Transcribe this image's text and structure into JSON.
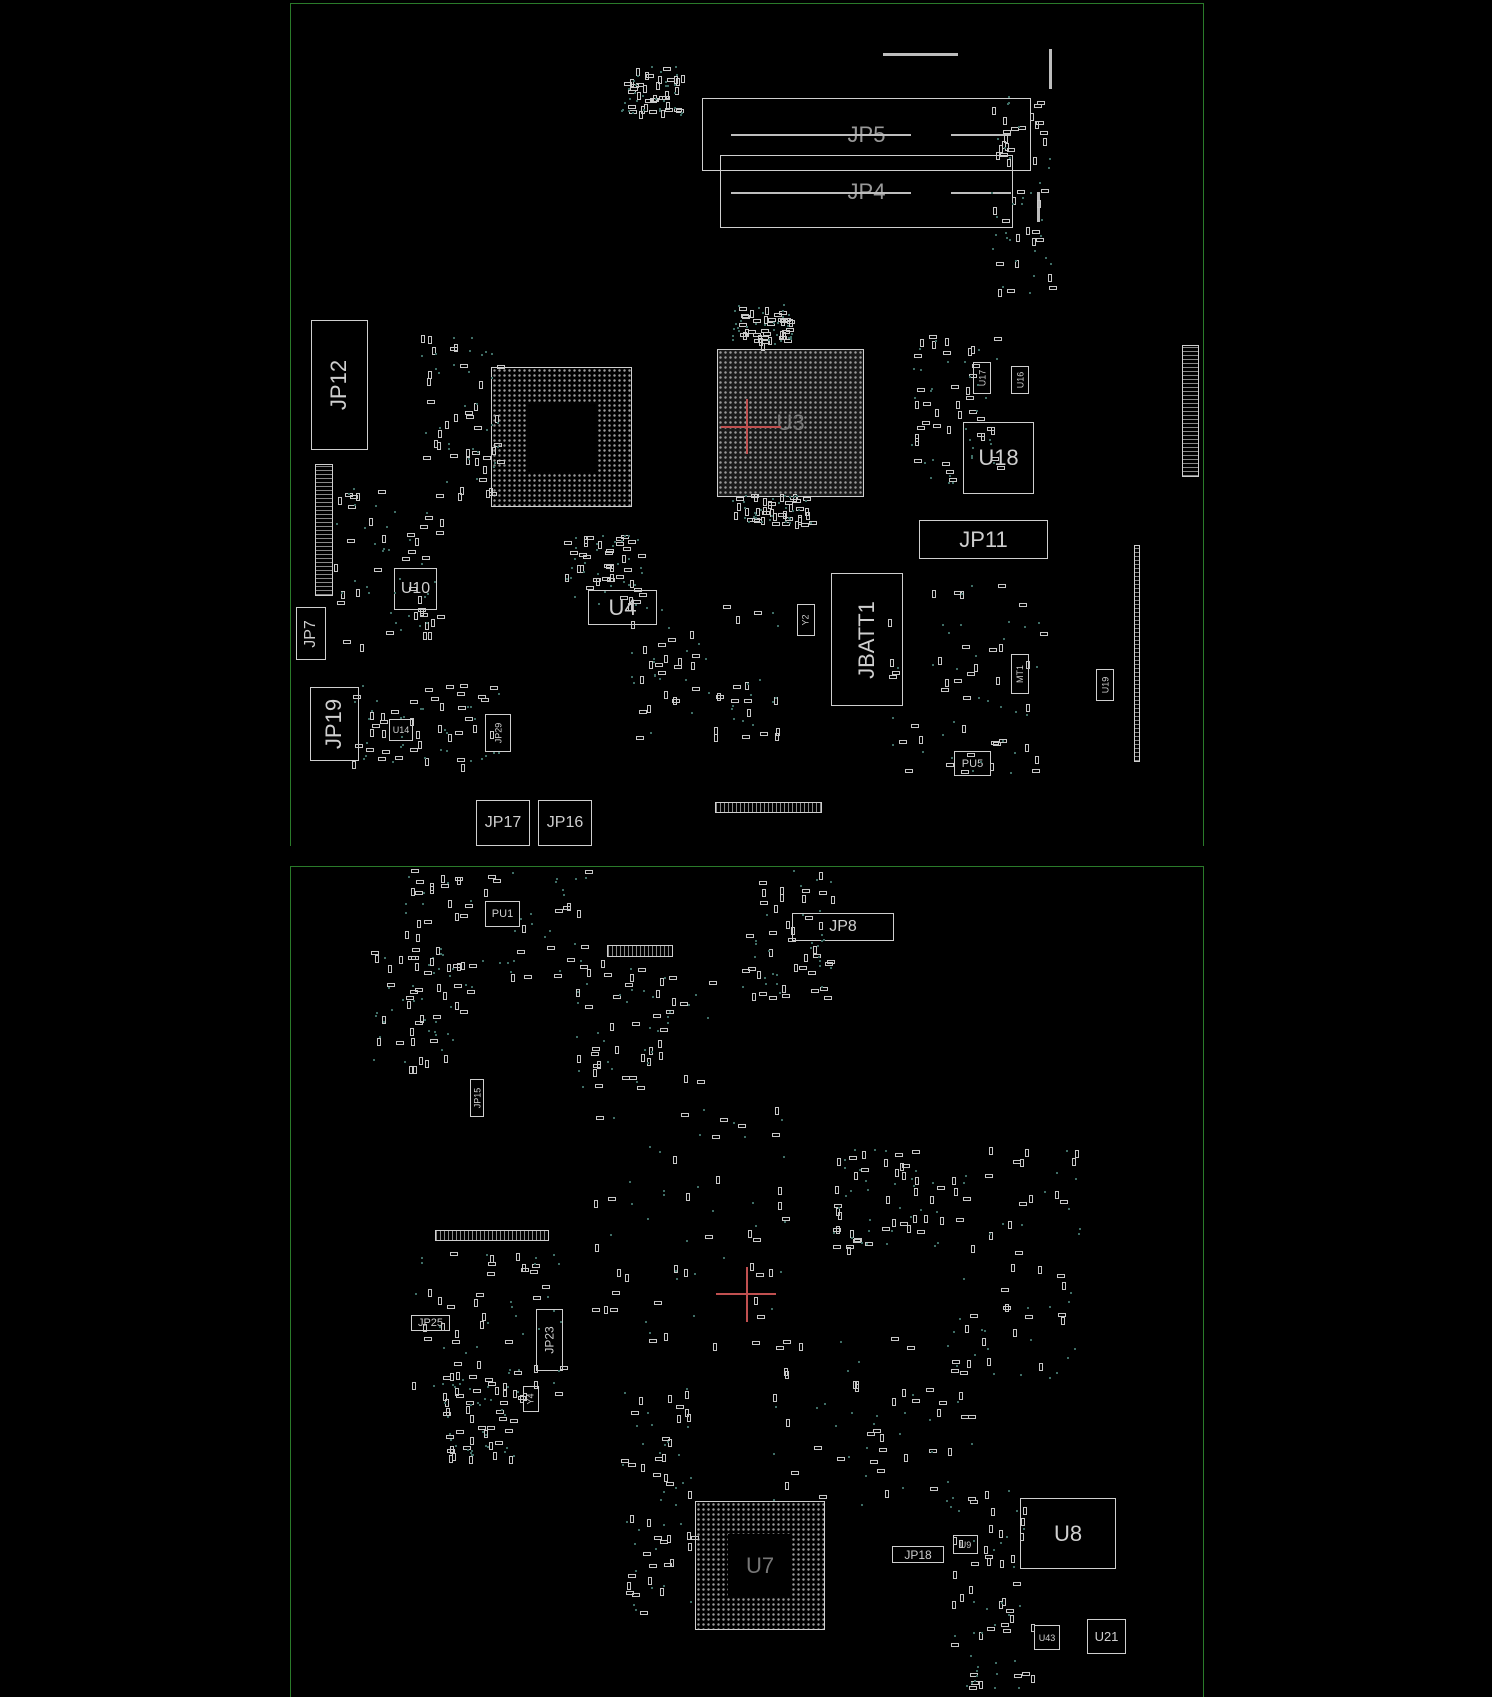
{
  "top_side": {
    "components": {
      "jp5": "JP5",
      "jp4": "JP4",
      "jp12": "JP12",
      "u3": "U3",
      "u18": "U18",
      "jp11": "JP11",
      "u10": "U10",
      "u4": "U4",
      "jbatt1": "JBATT1",
      "jp7": "JP7",
      "jp19": "JP19",
      "jp17": "JP17",
      "jp16": "JP16",
      "pu5": "PU5",
      "u17": "U17",
      "u16": "U16",
      "y2": "Y2",
      "jp29": "JP29",
      "u14": "U14",
      "u19": "U19",
      "mt1": "MT1"
    }
  },
  "bottom_side": {
    "components": {
      "pu1": "PU1",
      "jp8": "JP8",
      "u7": "U7",
      "u8": "U8",
      "jp18": "JP18",
      "jp23": "JP23",
      "jp25": "JP25",
      "u21": "U21",
      "u9": "U9",
      "u43": "U43",
      "jp15": "JP15",
      "y4": "Y4"
    }
  },
  "colors": {
    "board_outline": "#2a7a2a",
    "silkscreen": "#cfcfcf",
    "marker": "#c05050",
    "test_points": "#3f6e66"
  }
}
